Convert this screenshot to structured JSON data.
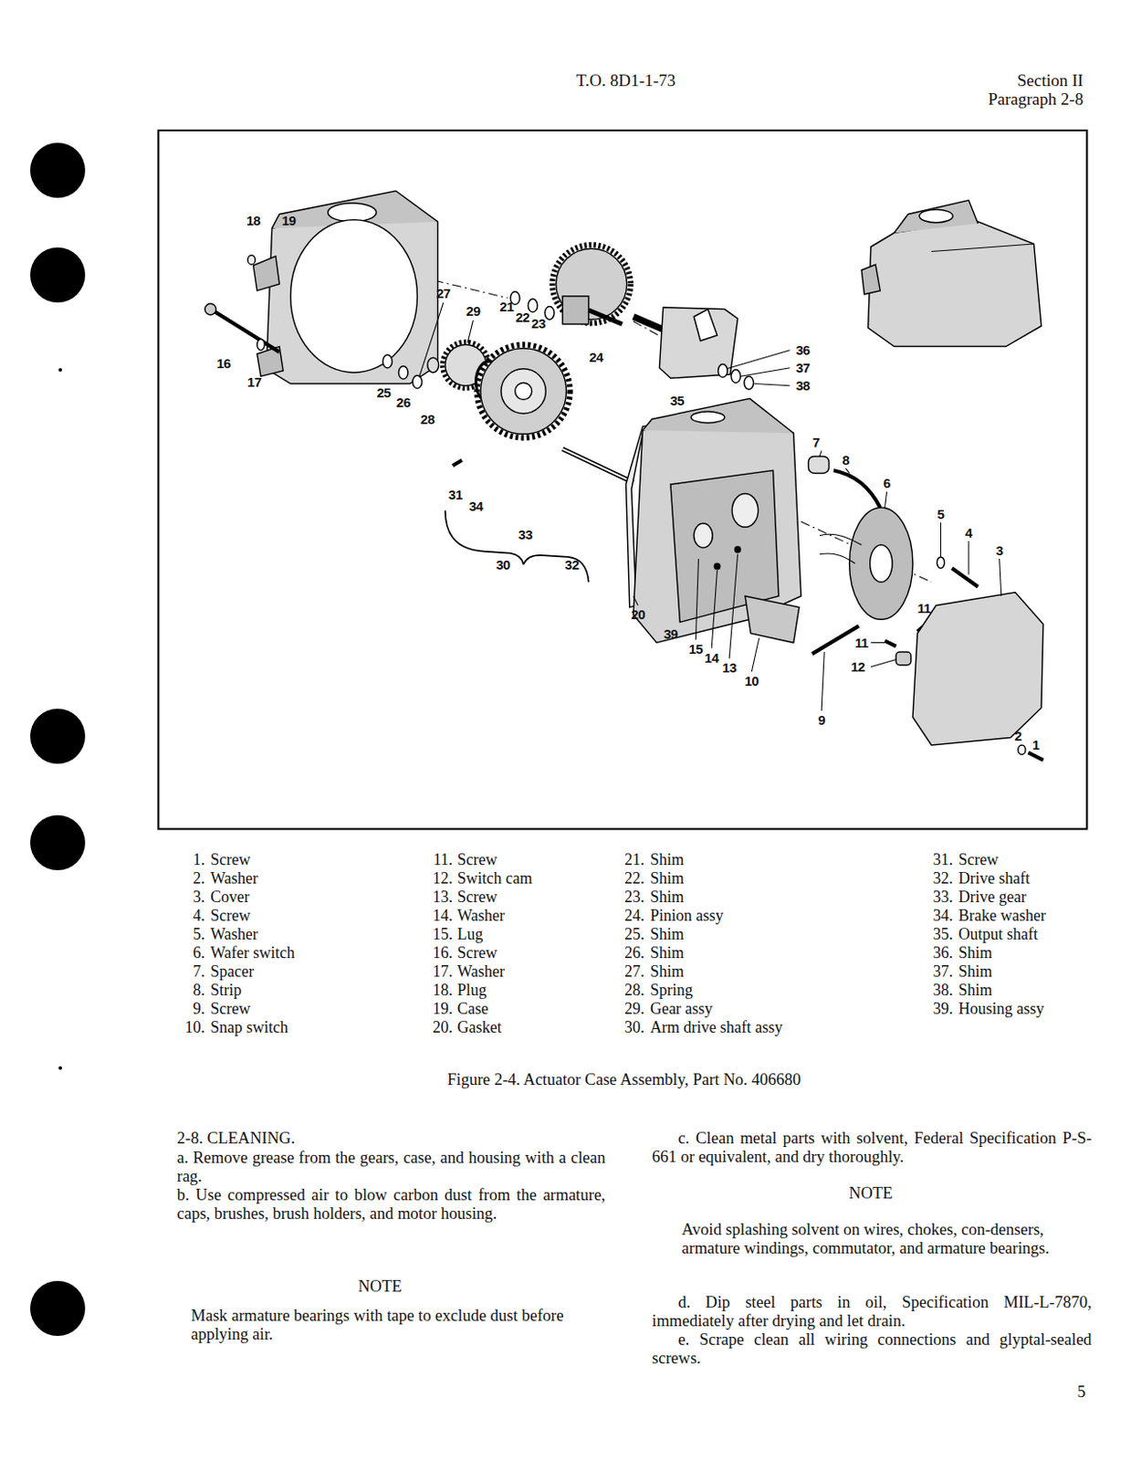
{
  "diagram": {
    "caption": "Figure 2-4. Actuator Case Assembly, Part No. 406680",
    "labels": [
      "T.O. 8D1-1-73",
      "Section II",
      "Paragraph 2-8",
      "18",
      "19",
      "16",
      "17",
      "27",
      "29",
      "21",
      "22",
      "23",
      "24",
      "25",
      "26",
      "28",
      "36",
      "37",
      "38",
      "35",
      "31",
      "34",
      "33",
      "30",
      "32",
      "7",
      "8",
      "6",
      "5",
      "4",
      "3",
      "20",
      "39",
      "15",
      "14",
      "13",
      "10",
      "11",
      "11",
      "12",
      "9",
      "2",
      "1",
      "1.",
      "Screw",
      "2.",
      "Washer",
      "3.",
      "Cover",
      "4.",
      "Screw",
      "5.",
      "Washer",
      "6.",
      "Wafer switch",
      "7.",
      "Spacer",
      "8.",
      "Strip",
      "9.",
      "Screw",
      "10.",
      "Snap switch",
      "11.",
      "Screw",
      "12.",
      "Switch cam",
      "13.",
      "Screw",
      "14.",
      "Washer",
      "15.",
      "Lug",
      "16.",
      "Screw",
      "17.",
      "Washer",
      "18.",
      "Plug",
      "19.",
      "Case",
      "20.",
      "Gasket",
      "21.",
      "Shim",
      "22.",
      "Shim",
      "23.",
      "Shim",
      "24.",
      "Pinion assy",
      "25.",
      "Shim",
      "26.",
      "Shim",
      "27.",
      "Shim",
      "28.",
      "Spring",
      "29.",
      "Gear assy",
      "30.",
      "Arm drive shaft assy",
      "31.",
      "Screw",
      "32.",
      "Drive shaft",
      "33.",
      "Drive gear",
      "34.",
      "Brake washer",
      "35.",
      "Output shaft",
      "36.",
      "Shim",
      "37.",
      "Shim",
      "38.",
      "Shim",
      "39.",
      "Housing assy",
      "2-8. CLEANING.",
      "a. Remove grease from the gears, case, and housing with a clean rag.",
      "b. Use compressed air to blow carbon dust from the armature, caps, brushes, brush holders, and motor housing.",
      "NOTE",
      "Mask armature bearings with tape to exclude dust before applying air.",
      "c. Clean metal parts with solvent, Federal Specification P-S-661 or equivalent, and dry thoroughly.",
      "NOTE",
      "Avoid splashing solvent on wires, chokes, con-densers, armature windings, commutator, and armature bearings.",
      "d. Dip steel parts in oil, Specification MIL-L-7870, immediately after drying and let drain.",
      "e. Scrape clean all wiring connections and glyptal-sealed screws.",
      "5"
    ]
  }
}
